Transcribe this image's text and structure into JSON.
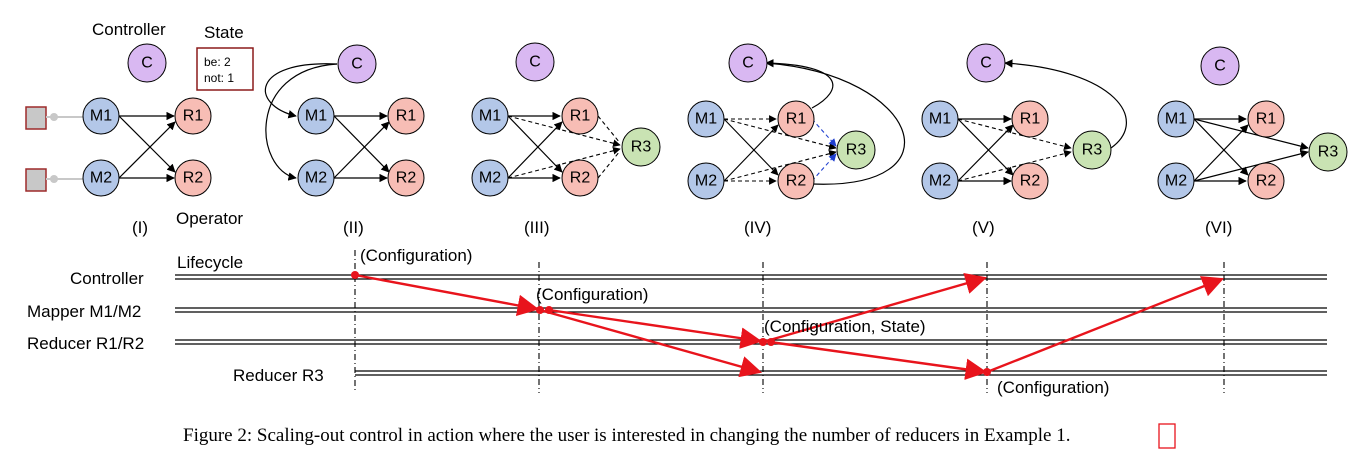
{
  "diagram": {
    "top_labels": {
      "controller": "Controller",
      "state": "State",
      "operator": "Operator"
    },
    "state_box": {
      "line1": "be: 2",
      "line2": "not: 1"
    },
    "nodes": {
      "c": "C",
      "m1": "M1",
      "m2": "M2",
      "r1": "R1",
      "r2": "R2",
      "r3": "R3"
    },
    "stages": [
      "(I)",
      "(II)",
      "(III)",
      "(IV)",
      "(V)",
      "(VI)"
    ],
    "timeline": {
      "lifecycle": "Lifecycle",
      "rows": [
        "Controller",
        "Mapper M1/M2",
        "Reducer R1/R2",
        "Reducer R3"
      ],
      "events": {
        "config1": "(Configuration)",
        "config2": "(Configuration)",
        "config_state": "(Configuration, State)",
        "config3": "(Configuration)"
      }
    },
    "caption": {
      "text": "Figure 2: Scaling-out control in action where the user is interested in changing the number of reducers in Example ",
      "ref": "1",
      "end": "."
    },
    "colors": {
      "controller": "#d9b8f2",
      "mapper": "#b3c7e8",
      "reducer": "#f7bdb5",
      "new_reducer": "#c9e3b3",
      "signal": "#e8141c",
      "state_border": "#8b1a1a",
      "remap": "#1f3fd0"
    }
  }
}
